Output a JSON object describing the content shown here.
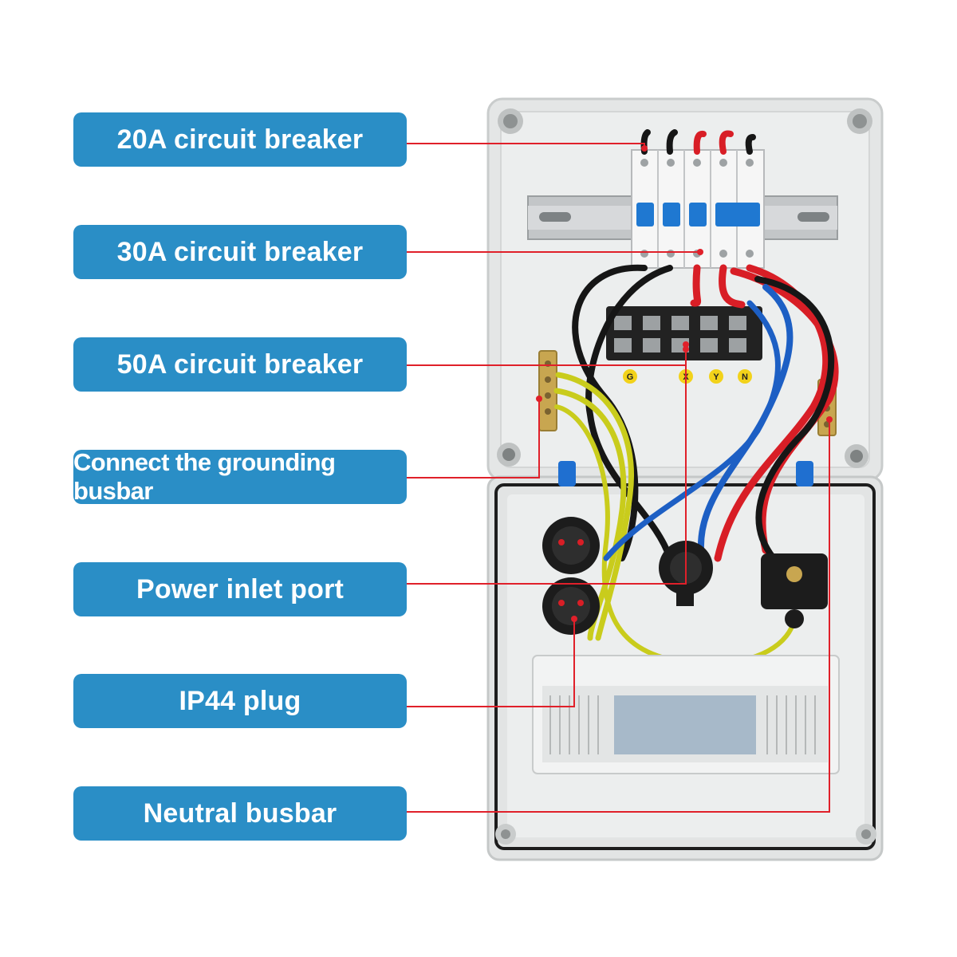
{
  "callouts": [
    {
      "id": "c1",
      "text": "20A circuit breaker"
    },
    {
      "id": "c2",
      "text": "30A circuit breaker"
    },
    {
      "id": "c3",
      "text": "50A circuit breaker"
    },
    {
      "id": "c4",
      "text": "Connect the grounding busbar"
    },
    {
      "id": "c5",
      "text": "Power inlet port"
    },
    {
      "id": "c6",
      "text": "IP44 plug"
    },
    {
      "id": "c7",
      "text": "Neutral busbar"
    }
  ],
  "terminal_labels": [
    "G",
    "X",
    "Y",
    "N"
  ],
  "colors": {
    "label_bg": "#2a8ec6",
    "leader_line": "#e0202a",
    "enclosure": "#e2e4e4",
    "wire_red": "#d81e26",
    "wire_blue": "#1d5fc4",
    "wire_black": "#161616",
    "wire_yellow_green": "#c9cc1c",
    "breaker_handle": "#1f78d1",
    "terminal_dot": "#f2d21a"
  }
}
